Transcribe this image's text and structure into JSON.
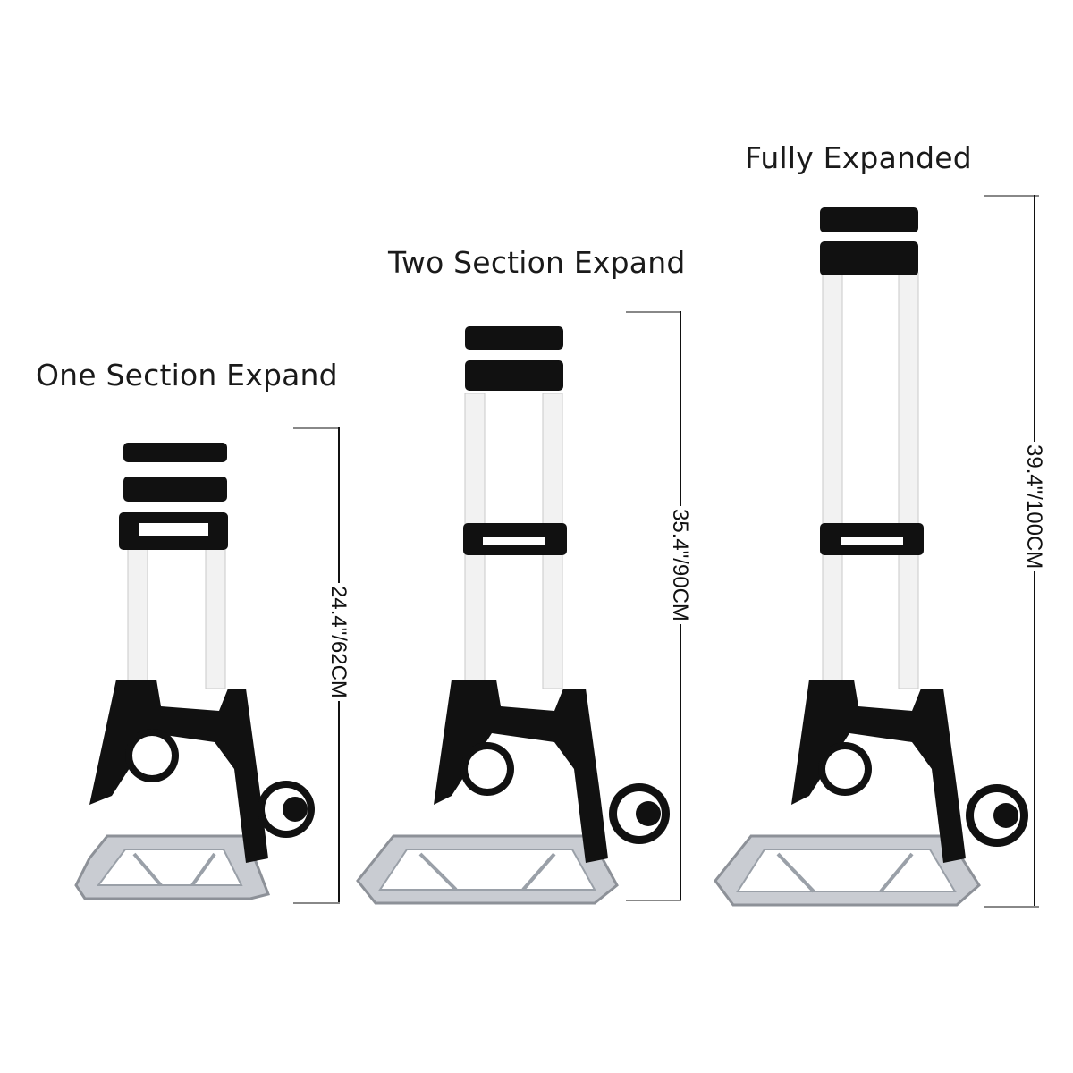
{
  "labels": {
    "one_section": "One Section Expand",
    "two_section": "Two Section Expand",
    "fully": "Fully Expanded"
  },
  "dimensions": {
    "one_section": "24.4\"/62CM",
    "two_section": "35.4\"/90CM",
    "fully": "39.4\"/100CM"
  },
  "colors": {
    "frame": "#111111",
    "pole": "#f2f2f2",
    "base": "#c9ccd2",
    "background": "#ffffff"
  }
}
